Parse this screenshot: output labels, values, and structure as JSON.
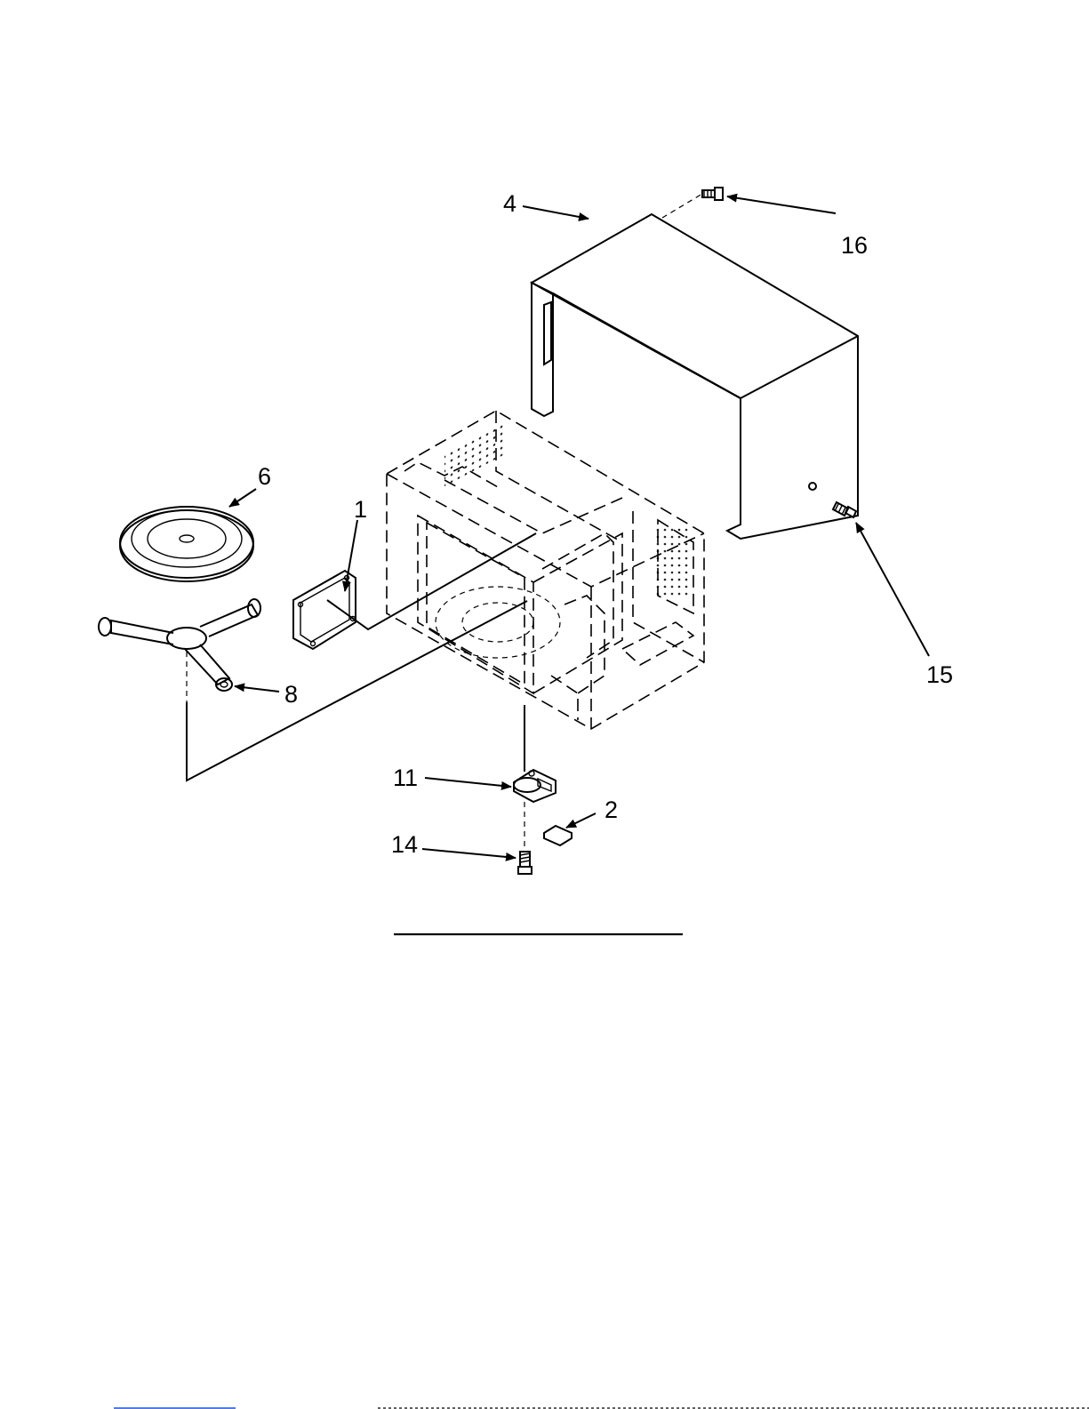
{
  "diagram": {
    "callouts": {
      "c1": "1",
      "c2": "2",
      "c4": "4",
      "c6": "6",
      "c8": "8",
      "c11": "11",
      "c14": "14",
      "c15": "15",
      "c16": "16"
    }
  }
}
